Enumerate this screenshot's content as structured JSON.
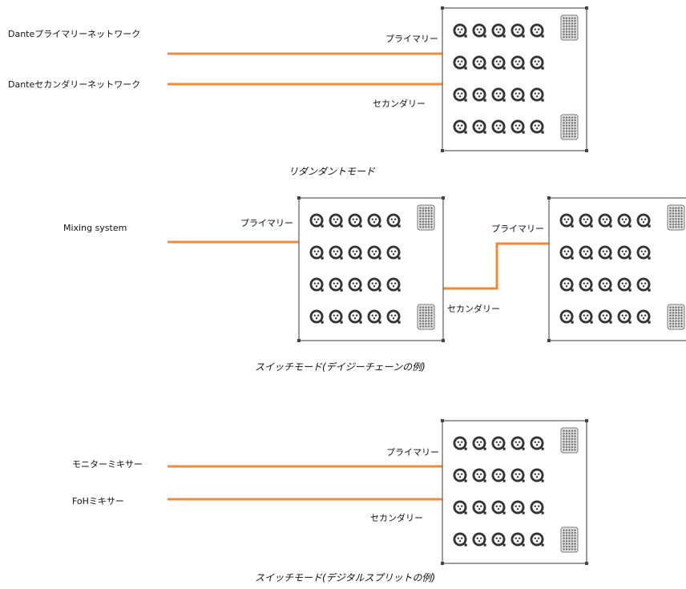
{
  "colors": {
    "cable": "#ee8a3c",
    "box_stroke": "#666666",
    "connector": "#333333",
    "multipin": "#777777"
  },
  "sections": {
    "redundant": {
      "source_labels": [
        "Danteプライマリーネットワーク",
        "Danteセカンダリーネットワーク"
      ],
      "port_primary": "プライマリー",
      "port_secondary": "セカンダリー",
      "caption": "リダンダントモード"
    },
    "daisy_chain": {
      "source_label": "Mixing system",
      "port_primary_1": "プライマリー",
      "port_secondary_1": "セカンダリー",
      "port_primary_2": "プライマリー",
      "caption": "スイッチモード(デイジーチェーンの例)"
    },
    "split": {
      "source_labels": [
        "モニターミキサー",
        "FoHミキサー"
      ],
      "port_primary": "プライマリー",
      "port_secondary": "セカンダリー",
      "caption": "スイッチモード(デジタルスプリットの例)"
    }
  },
  "stagebox": {
    "rows": 4,
    "connectors_per_row": 5,
    "connector_icon": "xlr-connector-icon",
    "multipin_icon": "multipin-connector-icon"
  }
}
